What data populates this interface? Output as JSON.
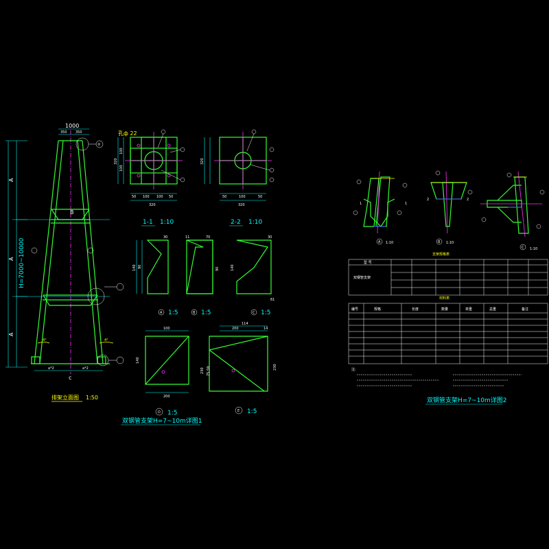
{
  "titles": {
    "elevation": "排架立面图",
    "elevation_scale": "1:50",
    "left_sheet": "双钢管支架H=7~10m详图1",
    "right_sheet": "双钢管支架H=7~10m详图2",
    "section_1": "1-1",
    "section_1_scale": "1:10",
    "section_2": "2-2",
    "section_2_scale": "1:10",
    "detail_a_scale": "1:5",
    "detail_b_scale": "1:5",
    "detail_c_scale": "1:5",
    "detail_d_scale": "1:5",
    "detail_e_scale": "1:5",
    "node_a_scale": "1:10",
    "node_b_scale": "1:10",
    "node_c_scale": "1:10",
    "notes_head": "注:"
  },
  "dims": {
    "top_width": "1000",
    "h_range": "H=7000~10000",
    "sec1_total": "320",
    "sec1_parts": [
      "50",
      "100",
      "100",
      "50"
    ],
    "sec2_total": "320",
    "sec2_parts": [
      "50",
      "100",
      "50"
    ],
    "det_d_w": "100",
    "det_d_b": "200",
    "det_e_w": "114",
    "det_e_b": "200"
  },
  "tables": {
    "t1_title": "支架规格表",
    "t1_col0": "型 号",
    "t1_row_label": "双钢管支架",
    "t2_title": "材料表",
    "t2_headers": [
      "编号",
      "规格",
      "长度",
      "数量",
      "单重",
      "总重",
      "备注"
    ]
  }
}
